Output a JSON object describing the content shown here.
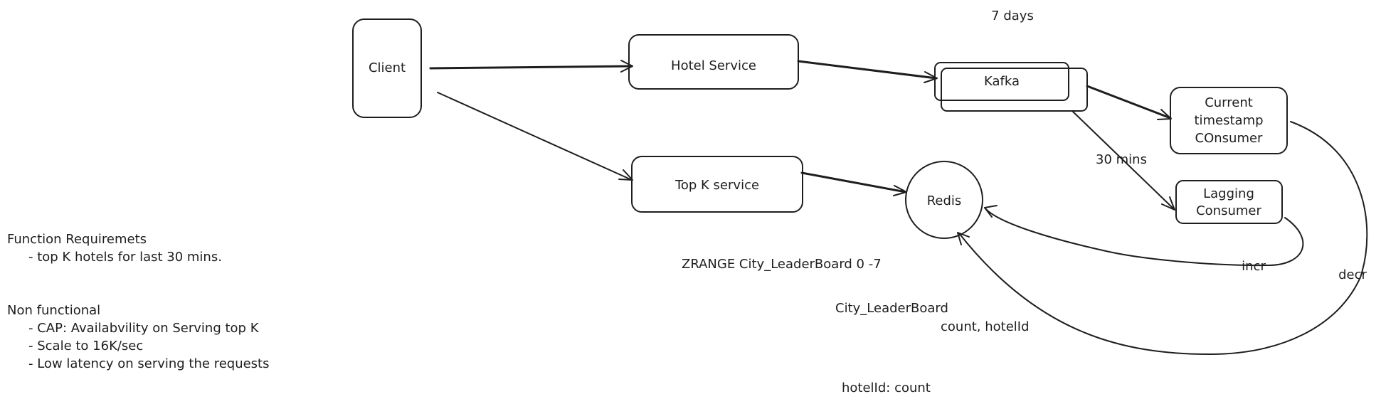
{
  "nodes": {
    "client": "Client",
    "hotel_service": "Hotel Service",
    "kafka": "Kafka",
    "current_consumer": [
      "Current",
      "timestamp",
      "COnsumer"
    ],
    "top_k_service": "Top K service",
    "redis": "Redis",
    "lagging_consumer": [
      "Lagging",
      "Consumer"
    ]
  },
  "edge_labels": {
    "retention": "7 days",
    "lag": "30 mins",
    "incr": "incr",
    "decr": "decr"
  },
  "notes": {
    "zrange": "ZRANGE City_LeaderBoard 0 -7",
    "leaderboard_key": "City_LeaderBoard",
    "leaderboard_value": "count, hotelId",
    "hash_entry": "hotelId: count"
  },
  "requirements": {
    "functional_title": "Function Requiremets",
    "functional_items": [
      "- top K hotels for last 30 mins."
    ],
    "non_functional_title": "Non functional",
    "non_functional_items": [
      "- CAP: Availabvility on Serving top K",
      "- Scale to 16K/sec",
      "- Low latency on serving the requests"
    ]
  }
}
